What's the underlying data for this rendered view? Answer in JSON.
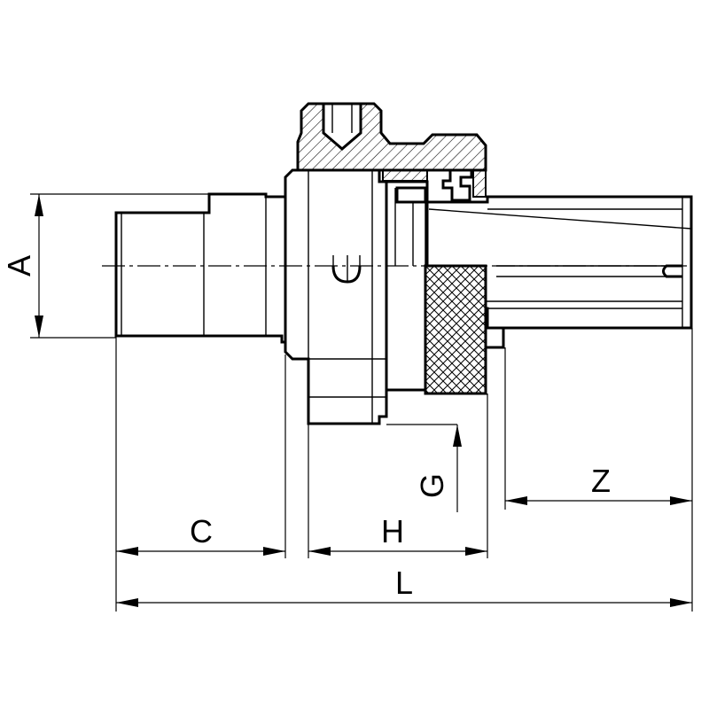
{
  "dimensions": {
    "A": "A",
    "C": "C",
    "H": "H",
    "L": "L",
    "G": "G",
    "Z": "Z"
  },
  "colors": {
    "line": "#000000",
    "background": "#ffffff"
  }
}
